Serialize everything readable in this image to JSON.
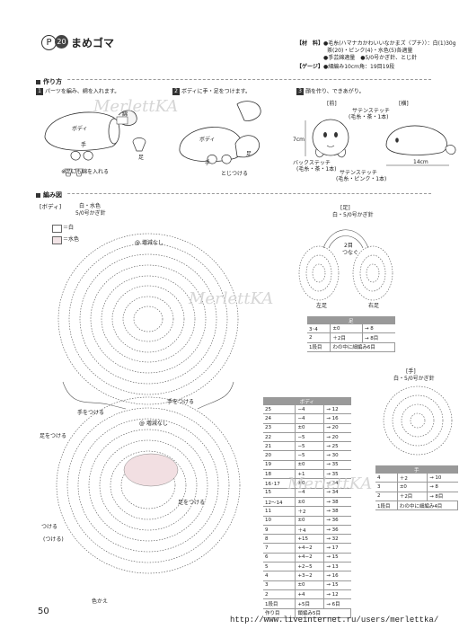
{
  "header": {
    "p_letter": "P",
    "number": "20",
    "title": "まめゴマ"
  },
  "materials": {
    "label_materials": "【材　料】",
    "line1": "●毛糸(ハマナカかわいいなかまズ〈プチ〉）：白(1)30g",
    "line2": "茶(20)・ピンク(4)・水色(5)各適量",
    "line3": "●手芸綿適量　●5/0号かぎ針、とじ針",
    "label_gauge": "【ゲージ】",
    "gauge": "●細編み10cm角：19目19段"
  },
  "how_to": {
    "section": "作り方",
    "steps": [
      {
        "num": "1",
        "text": "パーツを編み、綿を入れます。"
      },
      {
        "num": "2",
        "text": "ボディに手・足をつけます。"
      },
      {
        "num": "3",
        "text": "顔を作り、できあがり。"
      }
    ],
    "step1_labels": {
      "body": "ボディ",
      "cotton": "綿",
      "hand": "手",
      "foot": "足",
      "note": "※足にも綿を入れる"
    },
    "step2_labels": {
      "body": "ボディ",
      "hand": "手",
      "foot": "足",
      "close": "とじつける"
    },
    "step3_labels": {
      "front": "[前]",
      "side": "[横]",
      "satin1": "サテンステッチ",
      "satin1b": "(毛糸・茶・1本)",
      "back": "バックステッチ",
      "back_b": "(毛糸・茶・1本)",
      "satin2": "サテンステッチ",
      "satin2b": "(毛糸・ピンク・1本)",
      "h": "7cm",
      "w": "14cm"
    }
  },
  "pattern": {
    "section": "編み図",
    "body_title": "[ボディ]",
    "body_sub1": "白・水色",
    "body_sub2": "5/0号かぎ針",
    "legend": [
      {
        "label": "＝白",
        "color": "#ffffff"
      },
      {
        "label": "＝水色",
        "color": "#f2e4e6"
      }
    ],
    "body_marks": [
      "@ 増減なし",
      "@ 増減なし",
      "手をつける",
      "手をつける",
      "足をつける",
      "足をつける",
      "色かえ",
      "つける",
      "(つける)"
    ],
    "foot_title": "[足]",
    "foot_sub": "白・5/0号かぎ針",
    "foot_labels": {
      "center": "2目",
      "center2": "つなぐ",
      "left": "左足",
      "right": "右足"
    },
    "hand_title": "[手]",
    "hand_sub": "白・5/0号かぎ針"
  },
  "tables": {
    "foot": {
      "header": "足",
      "rows": [
        [
          "3･4",
          "±0",
          "→ 8"
        ],
        [
          "2",
          "＋2目",
          "→ 8目"
        ],
        [
          "1段目",
          "わの中に細編み6目",
          ""
        ]
      ]
    },
    "hand": {
      "header": "手",
      "rows": [
        [
          "4",
          "＋2",
          "→ 10"
        ],
        [
          "3",
          "±0",
          "→ 8"
        ],
        [
          "2",
          "＋2目",
          "→ 8目"
        ],
        [
          "1段目",
          "わの中に細編み4目",
          ""
        ]
      ]
    },
    "body": {
      "header": "ボディ",
      "rows": [
        [
          "25",
          "−4",
          "→ 12"
        ],
        [
          "24",
          "−4",
          "→ 16"
        ],
        [
          "23",
          "±0",
          "→ 20"
        ],
        [
          "22",
          "−5",
          "→ 20"
        ],
        [
          "21",
          "−5",
          "→ 25"
        ],
        [
          "20",
          "−5",
          "→ 30"
        ],
        [
          "19",
          "±0",
          "→ 35"
        ],
        [
          "18",
          "+1",
          "→ 35"
        ],
        [
          "16･17",
          "±0",
          "→ 34"
        ],
        [
          "15",
          "−4",
          "→ 34"
        ],
        [
          "12～14",
          "±0",
          "→ 38"
        ],
        [
          "11",
          "＋2",
          "→ 38"
        ],
        [
          "10",
          "±0",
          "→ 36"
        ],
        [
          "9",
          "＋4",
          "→ 36"
        ],
        [
          "8",
          "+15",
          "→ 32"
        ],
        [
          "7",
          "+4−2",
          "→ 17"
        ],
        [
          "6",
          "+4−2",
          "→ 15"
        ],
        [
          "5",
          "+2−5",
          "→ 13"
        ],
        [
          "4",
          "+3−2",
          "→ 16"
        ],
        [
          "3",
          "±0",
          "→ 15"
        ],
        [
          "2",
          "+4",
          "→ 12"
        ],
        [
          "1段目",
          "+5目",
          "→ 6目"
        ],
        [
          "作り目",
          "鎖編み5目",
          ""
        ]
      ]
    }
  },
  "page_number": "50",
  "watermark": "MerlettKA",
  "footer_url": "http://www.liveinternet.ru/users/merlettka/"
}
